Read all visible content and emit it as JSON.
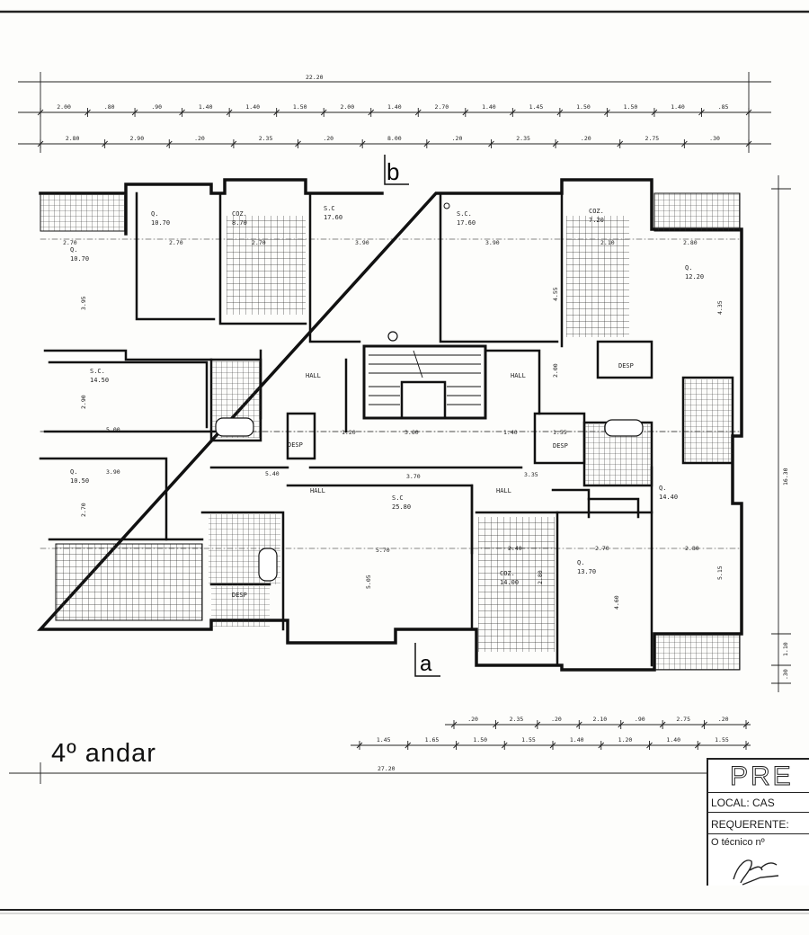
{
  "floor_title": "4º andar",
  "cut_markers": {
    "top": "b",
    "bottom": "a"
  },
  "dimensions": {
    "total_top": "22.20",
    "total_bottom": "27.20",
    "right_total": "16.30",
    "top_row1": [
      "2.00",
      ".80",
      ".90",
      "1.40",
      "1.40",
      "1.50",
      "2.00",
      "1.40",
      "2.70",
      "1.40",
      "1.45",
      "1.50",
      "1.50",
      "1.40",
      ".85"
    ],
    "top_row2": [
      "2.80",
      "2.90",
      ".20",
      "2.35",
      ".20",
      "8.00",
      ".20",
      "2.35",
      ".20",
      "2.75",
      ".30"
    ],
    "bottom_row1": [
      ".20",
      "2.35",
      ".20",
      "2.10",
      ".90",
      "2.75",
      ".20"
    ],
    "bottom_row2": [
      "1.45",
      "1.65",
      "1.50",
      "1.55",
      "1.40",
      "1.20",
      "1.40",
      "1.55"
    ],
    "right_side": [
      "1.10",
      ".30"
    ]
  },
  "rooms": [
    {
      "name": "Q.",
      "area": "10.70"
    },
    {
      "name": "Q.",
      "area": "10.70"
    },
    {
      "name": "COZ.",
      "area": "8.70"
    },
    {
      "name": "S.C",
      "area": "17.60"
    },
    {
      "name": "S.C.",
      "area": "17.60"
    },
    {
      "name": "COZ.",
      "area": "7.20"
    },
    {
      "name": "Q.",
      "area": "12.20"
    },
    {
      "name": "S.C.",
      "area": "14.50"
    },
    {
      "name": "HALL",
      "area": ""
    },
    {
      "name": "HALL",
      "area": ""
    },
    {
      "name": "DESP",
      "area": ""
    },
    {
      "name": "DESP",
      "area": ""
    },
    {
      "name": "DESP",
      "area": ""
    },
    {
      "name": "Q.",
      "area": "10.50"
    },
    {
      "name": "HALL",
      "area": ""
    },
    {
      "name": "S.C",
      "area": "25.80"
    },
    {
      "name": "HALL",
      "area": ""
    },
    {
      "name": "COZ.",
      "area": "14.00"
    },
    {
      "name": "Q.",
      "area": "13.70"
    },
    {
      "name": "Q.",
      "area": "14.40"
    },
    {
      "name": "DESP",
      "area": ""
    }
  ],
  "inner_dims": [
    "2.70",
    "2.70",
    "2.70",
    "3.90",
    "3.90",
    "2.10",
    "2.80",
    "5.00",
    "3.60",
    "1.40",
    "1.55",
    "1.20",
    "3.90",
    "5.40",
    "3.70",
    "3.35",
    "5.70",
    "2.40",
    "2.70",
    "2.80",
    "3.95",
    "2.90",
    "2.70",
    "4.55",
    "4.35",
    "2.00",
    "5.05",
    "4.60",
    "5.15",
    "2.80"
  ],
  "title_block": {
    "title": "PRE",
    "local": "LOCAL:  CAS",
    "requerente": "REQUERENTE:",
    "tecnico": "O técnico nº"
  }
}
